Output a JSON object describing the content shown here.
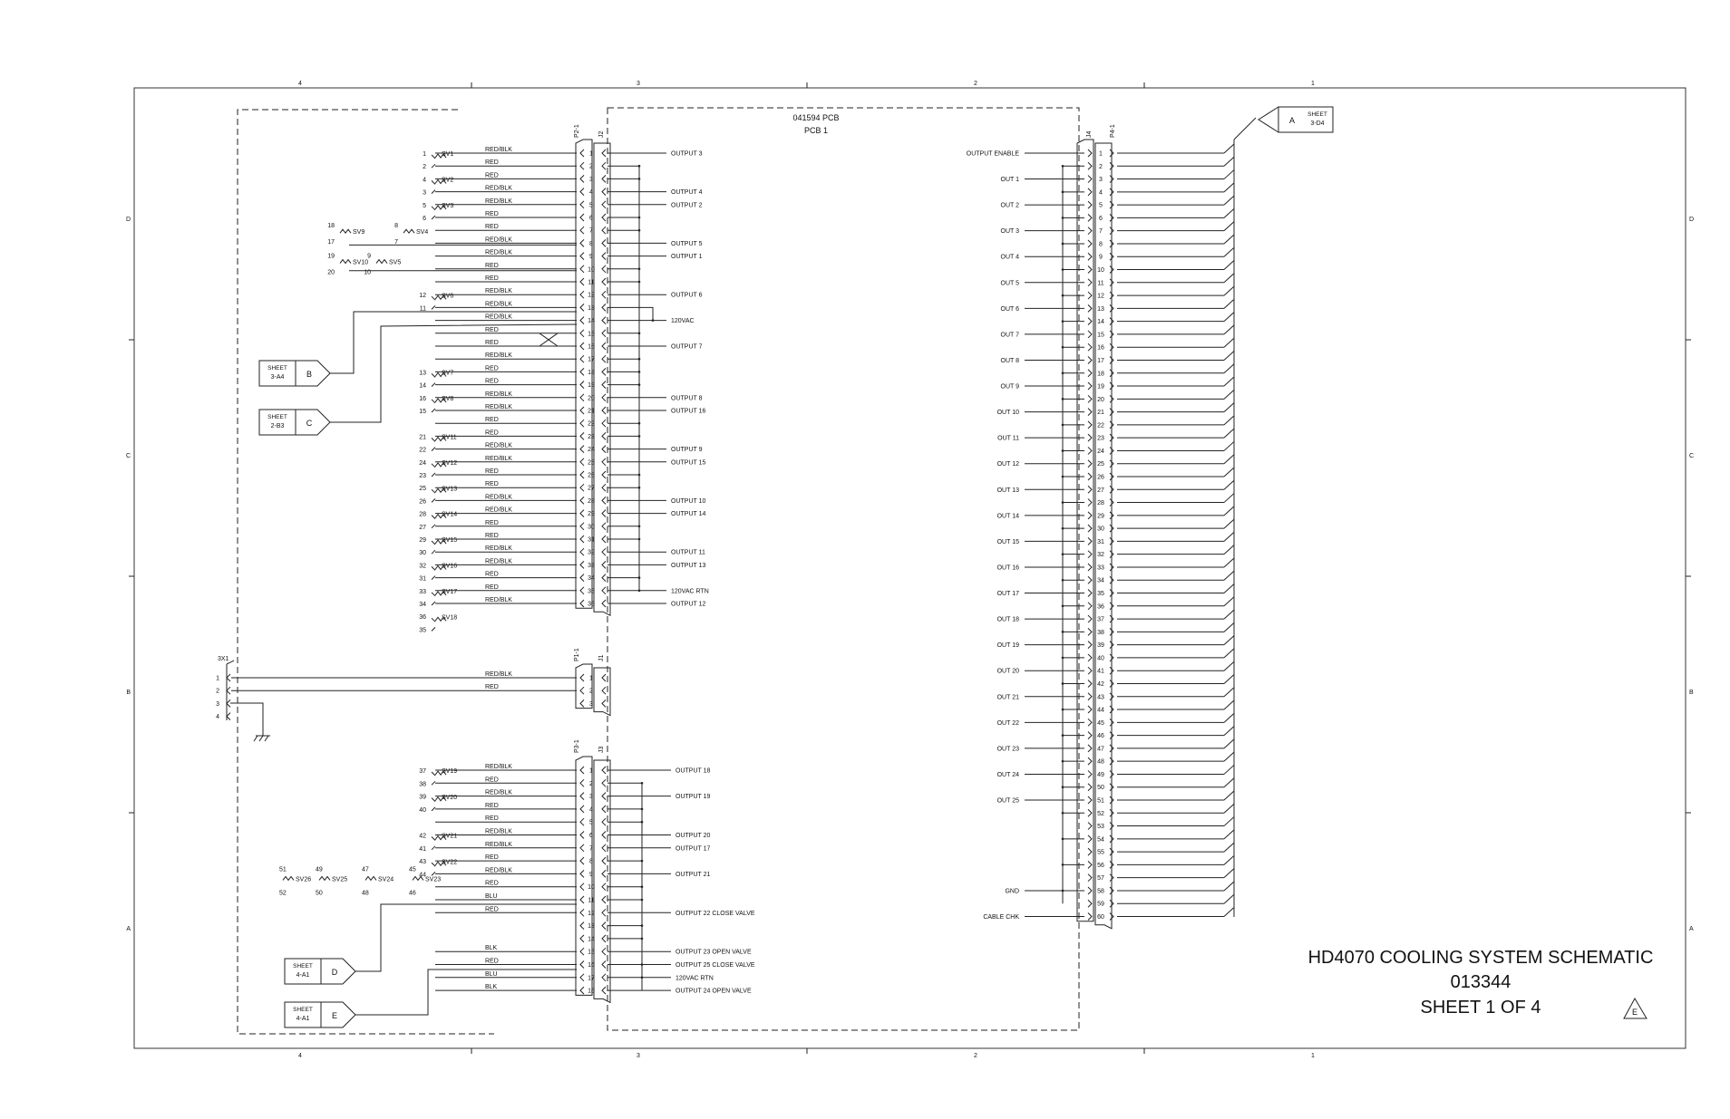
{
  "border": {
    "columns": [
      "4",
      "3",
      "2",
      "1"
    ],
    "rows": [
      "D",
      "C",
      "B",
      "A"
    ]
  },
  "pcb": {
    "part": "041594 PCB",
    "name": "PCB 1"
  },
  "connectors": {
    "p2": "P2-1",
    "j2": "J2",
    "j4": "J4",
    "p4": "P4-1",
    "p1": "P1-1",
    "j1": "J1",
    "p3": "P3-1",
    "j3": "J3",
    "x3": "3X1"
  },
  "refs": [
    {
      "letter": "A",
      "sheet": "SHEET",
      "loc": "3-D4"
    },
    {
      "letter": "B",
      "sheet": "SHEET",
      "loc": "3-A4"
    },
    {
      "letter": "C",
      "sheet": "SHEET",
      "loc": "2-B3"
    },
    {
      "letter": "D",
      "sheet": "SHEET",
      "loc": "4-A1"
    },
    {
      "letter": "E",
      "sheet": "SHEET",
      "loc": "4-A1"
    }
  ],
  "j2_pins": [
    {
      "pin": "1",
      "wire": "RED/BLK",
      "output": "OUTPUT 3"
    },
    {
      "pin": "2",
      "wire": "RED",
      "output": ""
    },
    {
      "pin": "3",
      "wire": "RED",
      "output": ""
    },
    {
      "pin": "4",
      "wire": "RED/BLK",
      "output": "OUTPUT 4"
    },
    {
      "pin": "5",
      "wire": "RED/BLK",
      "output": "OUTPUT 2"
    },
    {
      "pin": "6",
      "wire": "RED",
      "output": ""
    },
    {
      "pin": "7",
      "wire": "RED",
      "output": ""
    },
    {
      "pin": "8",
      "wire": "RED/BLK",
      "output": "OUTPUT 5"
    },
    {
      "pin": "9",
      "wire": "RED/BLK",
      "output": "OUTPUT 1"
    },
    {
      "pin": "10",
      "wire": "RED",
      "output": ""
    },
    {
      "pin": "11",
      "wire": "RED",
      "output": ""
    },
    {
      "pin": "12",
      "wire": "RED/BLK",
      "output": "OUTPUT 6"
    },
    {
      "pin": "13",
      "wire": "RED/BLK",
      "output": ""
    },
    {
      "pin": "14",
      "wire": "RED/BLK",
      "output": "120VAC"
    },
    {
      "pin": "15",
      "wire": "RED",
      "output": ""
    },
    {
      "pin": "16",
      "wire": "RED",
      "output": "OUTPUT 7"
    },
    {
      "pin": "17",
      "wire": "RED/BLK",
      "output": ""
    },
    {
      "pin": "18",
      "wire": "RED",
      "output": ""
    },
    {
      "pin": "19",
      "wire": "RED",
      "output": ""
    },
    {
      "pin": "20",
      "wire": "RED/BLK",
      "output": "OUTPUT 8"
    },
    {
      "pin": "21",
      "wire": "RED/BLK",
      "output": "OUTPUT 16"
    },
    {
      "pin": "22",
      "wire": "RED",
      "output": ""
    },
    {
      "pin": "23",
      "wire": "RED",
      "output": ""
    },
    {
      "pin": "24",
      "wire": "RED/BLK",
      "output": "OUTPUT 9"
    },
    {
      "pin": "25",
      "wire": "RED/BLK",
      "output": "OUTPUT 15"
    },
    {
      "pin": "26",
      "wire": "RED",
      "output": ""
    },
    {
      "pin": "27",
      "wire": "RED",
      "output": ""
    },
    {
      "pin": "28",
      "wire": "RED/BLK",
      "output": "OUTPUT 10"
    },
    {
      "pin": "29",
      "wire": "RED/BLK",
      "output": "OUTPUT 14"
    },
    {
      "pin": "30",
      "wire": "RED",
      "output": ""
    },
    {
      "pin": "31",
      "wire": "RED",
      "output": ""
    },
    {
      "pin": "32",
      "wire": "RED/BLK",
      "output": "OUTPUT 11"
    },
    {
      "pin": "33",
      "wire": "RED/BLK",
      "output": "OUTPUT 13"
    },
    {
      "pin": "34",
      "wire": "RED",
      "output": ""
    },
    {
      "pin": "35",
      "wire": "RED",
      "output": "120VAC RTN"
    },
    {
      "pin": "36",
      "wire": "RED/BLK",
      "output": "OUTPUT 12"
    }
  ],
  "valves_sv": [
    {
      "name": "SV1",
      "a": "1",
      "b": "2"
    },
    {
      "name": "SV2",
      "a": "4",
      "b": "3"
    },
    {
      "name": "SV3",
      "a": "5",
      "b": "6"
    },
    {
      "name": "SV6",
      "a": "12",
      "b": "11"
    },
    {
      "name": "SV7",
      "a": "13",
      "b": "14"
    },
    {
      "name": "SV8",
      "a": "16",
      "b": "15"
    },
    {
      "name": "SV11",
      "a": "21",
      "b": "22"
    },
    {
      "name": "SV12",
      "a": "24",
      "b": "23"
    },
    {
      "name": "SV13",
      "a": "25",
      "b": "26"
    },
    {
      "name": "SV14",
      "a": "28",
      "b": "27"
    },
    {
      "name": "SV15",
      "a": "29",
      "b": "30"
    },
    {
      "name": "SV16",
      "a": "32",
      "b": "31"
    },
    {
      "name": "SV17",
      "a": "33",
      "b": "34"
    },
    {
      "name": "SV18",
      "a": "36",
      "b": "35"
    }
  ],
  "valves_pair": [
    {
      "name": "SV9",
      "a": "18",
      "b": "17"
    },
    {
      "name": "SV4",
      "a": "8",
      "b": "7"
    },
    {
      "name": "SV10",
      "a": "19",
      "b": "20"
    },
    {
      "name": "SV5",
      "a": "9",
      "b": "10"
    }
  ],
  "j1_pins": [
    {
      "pin": "1",
      "wire": "RED/BLK"
    },
    {
      "pin": "2",
      "wire": "RED"
    },
    {
      "pin": "3",
      "wire": ""
    }
  ],
  "x3_pins": [
    "1",
    "2",
    "3",
    "4"
  ],
  "j3_pins": [
    {
      "pin": "1",
      "wire": "RED/BLK",
      "output": "OUTPUT 18"
    },
    {
      "pin": "2",
      "wire": "RED",
      "output": ""
    },
    {
      "pin": "3",
      "wire": "RED/BLK",
      "output": "OUTPUT 19"
    },
    {
      "pin": "4",
      "wire": "RED",
      "output": ""
    },
    {
      "pin": "5",
      "wire": "RED",
      "output": ""
    },
    {
      "pin": "6",
      "wire": "RED/BLK",
      "output": "OUTPUT 20"
    },
    {
      "pin": "7",
      "wire": "RED/BLK",
      "output": "OUTPUT 17"
    },
    {
      "pin": "8",
      "wire": "RED",
      "output": ""
    },
    {
      "pin": "9",
      "wire": "RED/BLK",
      "output": "OUTPUT 21"
    },
    {
      "pin": "10",
      "wire": "RED",
      "output": ""
    },
    {
      "pin": "11",
      "wire": "BLU",
      "output": ""
    },
    {
      "pin": "12",
      "wire": "RED",
      "output": "OUTPUT 22 CLOSE VALVE"
    },
    {
      "pin": "13",
      "wire": "",
      "output": ""
    },
    {
      "pin": "14",
      "wire": "",
      "output": ""
    },
    {
      "pin": "15",
      "wire": "BLK",
      "output": "OUTPUT 23 OPEN VALVE"
    },
    {
      "pin": "16",
      "wire": "RED",
      "output": "OUTPUT 25 CLOSE VALVE"
    },
    {
      "pin": "17",
      "wire": "BLU",
      "output": "120VAC RTN"
    },
    {
      "pin": "18",
      "wire": "BLK",
      "output": "OUTPUT 24 OPEN VALVE"
    }
  ],
  "valves_j3": [
    {
      "name": "SV19",
      "a": "37",
      "b": "38"
    },
    {
      "name": "SV20",
      "a": "39",
      "b": "40"
    },
    {
      "name": "SV21",
      "a": "42",
      "b": "41"
    },
    {
      "name": "SV22",
      "a": "43",
      "b": "44"
    }
  ],
  "valves_row": [
    {
      "name": "SV26",
      "a": "51",
      "b": "52"
    },
    {
      "name": "SV25",
      "a": "49",
      "b": "50"
    },
    {
      "name": "SV24",
      "a": "47",
      "b": "48"
    },
    {
      "name": "SV23",
      "a": "45",
      "b": "46"
    }
  ],
  "j4_signals": [
    {
      "pin": "1",
      "label": "OUTPUT ENABLE"
    },
    {
      "pin": "3",
      "label": "OUT 1"
    },
    {
      "pin": "5",
      "label": "OUT 2"
    },
    {
      "pin": "7",
      "label": "OUT 3"
    },
    {
      "pin": "9",
      "label": "OUT 4"
    },
    {
      "pin": "11",
      "label": "OUT 5"
    },
    {
      "pin": "13",
      "label": "OUT 6"
    },
    {
      "pin": "15",
      "label": "OUT 7"
    },
    {
      "pin": "17",
      "label": "OUT 8"
    },
    {
      "pin": "19",
      "label": "OUT 9"
    },
    {
      "pin": "21",
      "label": "OUT 10"
    },
    {
      "pin": "23",
      "label": "OUT 11"
    },
    {
      "pin": "25",
      "label": "OUT 12"
    },
    {
      "pin": "27",
      "label": "OUT 13"
    },
    {
      "pin": "29",
      "label": "OUT 14"
    },
    {
      "pin": "31",
      "label": "OUT 15"
    },
    {
      "pin": "33",
      "label": "OUT 16"
    },
    {
      "pin": "35",
      "label": "OUT 17"
    },
    {
      "pin": "37",
      "label": "OUT 18"
    },
    {
      "pin": "39",
      "label": "OUT 19"
    },
    {
      "pin": "41",
      "label": "OUT 20"
    },
    {
      "pin": "43",
      "label": "OUT 21"
    },
    {
      "pin": "45",
      "label": "OUT 22"
    },
    {
      "pin": "47",
      "label": "OUT 23"
    },
    {
      "pin": "49",
      "label": "OUT 24"
    },
    {
      "pin": "51",
      "label": "OUT 25"
    },
    {
      "pin": "58",
      "label": "GND"
    },
    {
      "pin": "60",
      "label": "CABLE CHK"
    }
  ],
  "j4_pin_count": 60,
  "title_block": {
    "title": "HD4070 COOLING SYSTEM SCHEMATIC",
    "number": "013344",
    "sheet": "SHEET 1 OF 4",
    "revision": "E"
  }
}
